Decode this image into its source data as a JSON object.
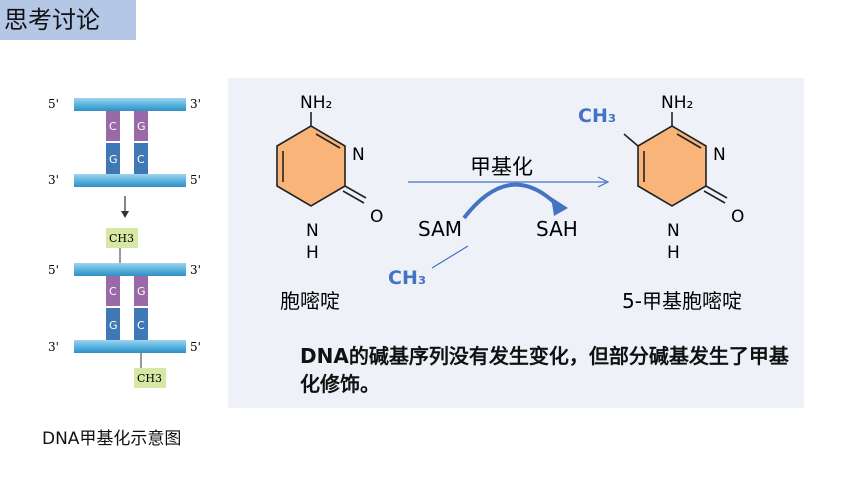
{
  "header": {
    "title": "思考讨论"
  },
  "dna_figure": {
    "caption": "DNA甲基化示意图",
    "top": {
      "left5": "5'",
      "right3": "3'",
      "left3": "3'",
      "right5": "5'",
      "bases_top": [
        "C",
        "G"
      ],
      "bases_bottom": [
        "G",
        "C"
      ]
    },
    "bottom": {
      "left5": "5'",
      "right3": "3'",
      "left3": "3'",
      "right5": "5'",
      "bases_top": [
        "C",
        "G"
      ],
      "bases_bottom": [
        "G",
        "C"
      ]
    },
    "methyl_top": "CH3",
    "methyl_bottom": "CH3",
    "colors": {
      "strand": "#5ab4e0",
      "base_c": "#9a6aa8",
      "base_g": "#3f78b5",
      "methyl_box": "#d6e8a4"
    }
  },
  "reaction": {
    "cytosine": {
      "nh2": "NH₂",
      "n": "N",
      "o": "O",
      "nh": "N",
      "h": "H",
      "name": "胞嘧啶"
    },
    "methylcytosine": {
      "ch3": "CH₃",
      "nh2": "NH₂",
      "n": "N",
      "o": "O",
      "nh": "N",
      "h": "H",
      "name": "5-甲基胞嘧啶"
    },
    "arrow_label": "甲基化",
    "sam": "SAM",
    "sah": "SAH",
    "ch3_label": "CH₃",
    "colors": {
      "ring_fill": "#f9b47a",
      "accent": "#4472c4"
    }
  },
  "conclusion": "DNA的碱基序列没有发生变化，但部分碱基发生了甲基化修饰。"
}
